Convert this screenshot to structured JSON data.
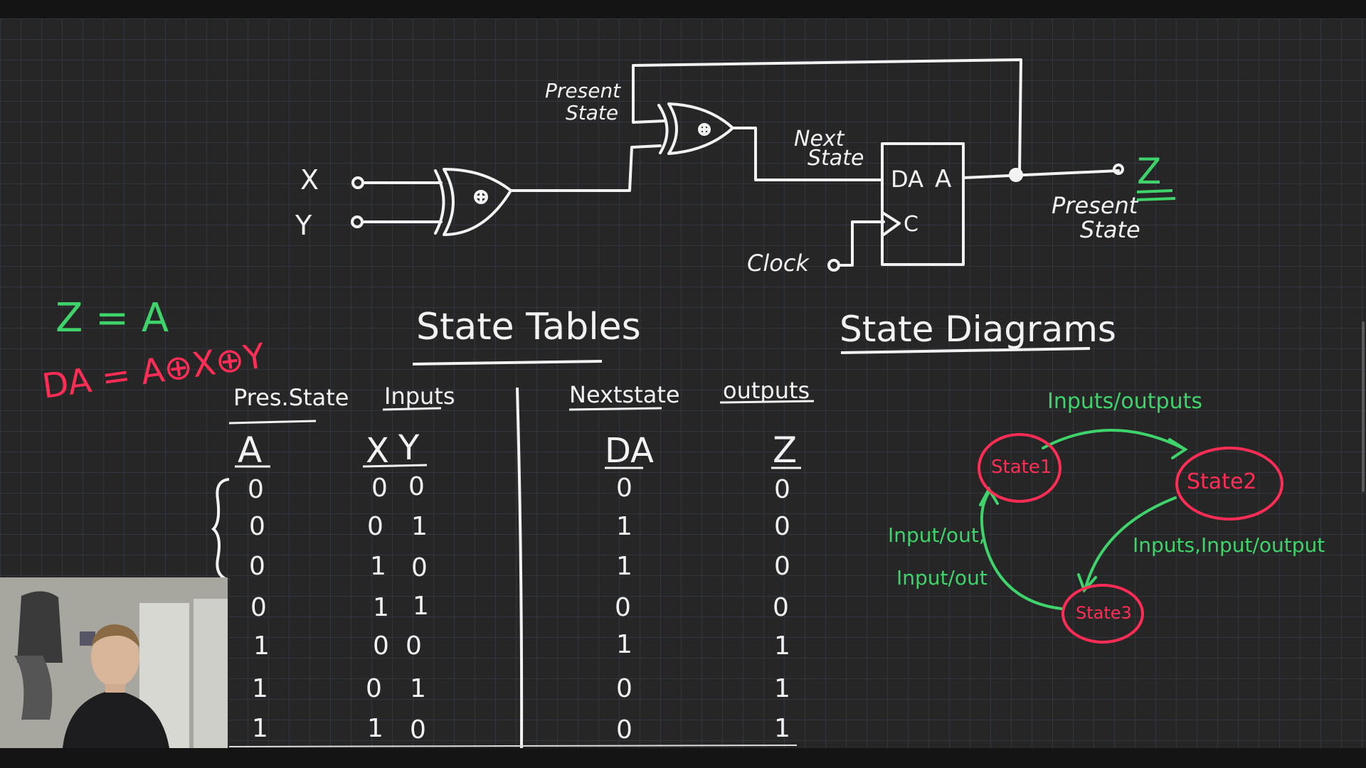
{
  "circuit": {
    "input_x": "X",
    "input_y": "Y",
    "present_state_top": [
      "Present",
      "State"
    ],
    "next_state": [
      "Next",
      "State"
    ],
    "flipflop_d": "DA",
    "flipflop_q": "A",
    "flipflop_clk": "C",
    "clock_label": "Clock",
    "output_z": "Z",
    "present_state_out": [
      "Present",
      "State"
    ]
  },
  "equations": {
    "z_eq": "Z = A",
    "da_eq": "DA = A⊕X⊕Y"
  },
  "state_table": {
    "title": "State Tables",
    "header_pres_state": "Pres.State",
    "header_inputs": "Inputs",
    "header_next_state": "Nextstate",
    "header_outputs": "outputs",
    "col_a": "A",
    "col_x": "X",
    "col_y": "Y",
    "col_da": "DA",
    "col_z": "Z",
    "rows": [
      {
        "a": "0",
        "x": "0",
        "y": "0",
        "da": "0",
        "z": "0"
      },
      {
        "a": "0",
        "x": "0",
        "y": "1",
        "da": "1",
        "z": "0"
      },
      {
        "a": "0",
        "x": "1",
        "y": "0",
        "da": "1",
        "z": "0"
      },
      {
        "a": "0",
        "x": "1",
        "y": "1",
        "da": "0",
        "z": "0"
      },
      {
        "a": "1",
        "x": "0",
        "y": "0",
        "da": "1",
        "z": "1"
      },
      {
        "a": "1",
        "x": "0",
        "y": "1",
        "da": "0",
        "z": "1"
      },
      {
        "a": "1",
        "x": "1",
        "y": "0",
        "da": "0",
        "z": "1"
      }
    ]
  },
  "state_diagram": {
    "title": "State Diagrams",
    "edge_top": "Inputs/outputs",
    "state1": "State1",
    "state2": "State2",
    "state3": "State3",
    "edge_right": "Inputs,Input/output",
    "edge_left_1": "Input/out,",
    "edge_left_2": "Input/out"
  },
  "colors": {
    "chalk": "#f2f2f2",
    "green": "#3fd36b",
    "red": "#ff2d55",
    "board": "#262626"
  }
}
